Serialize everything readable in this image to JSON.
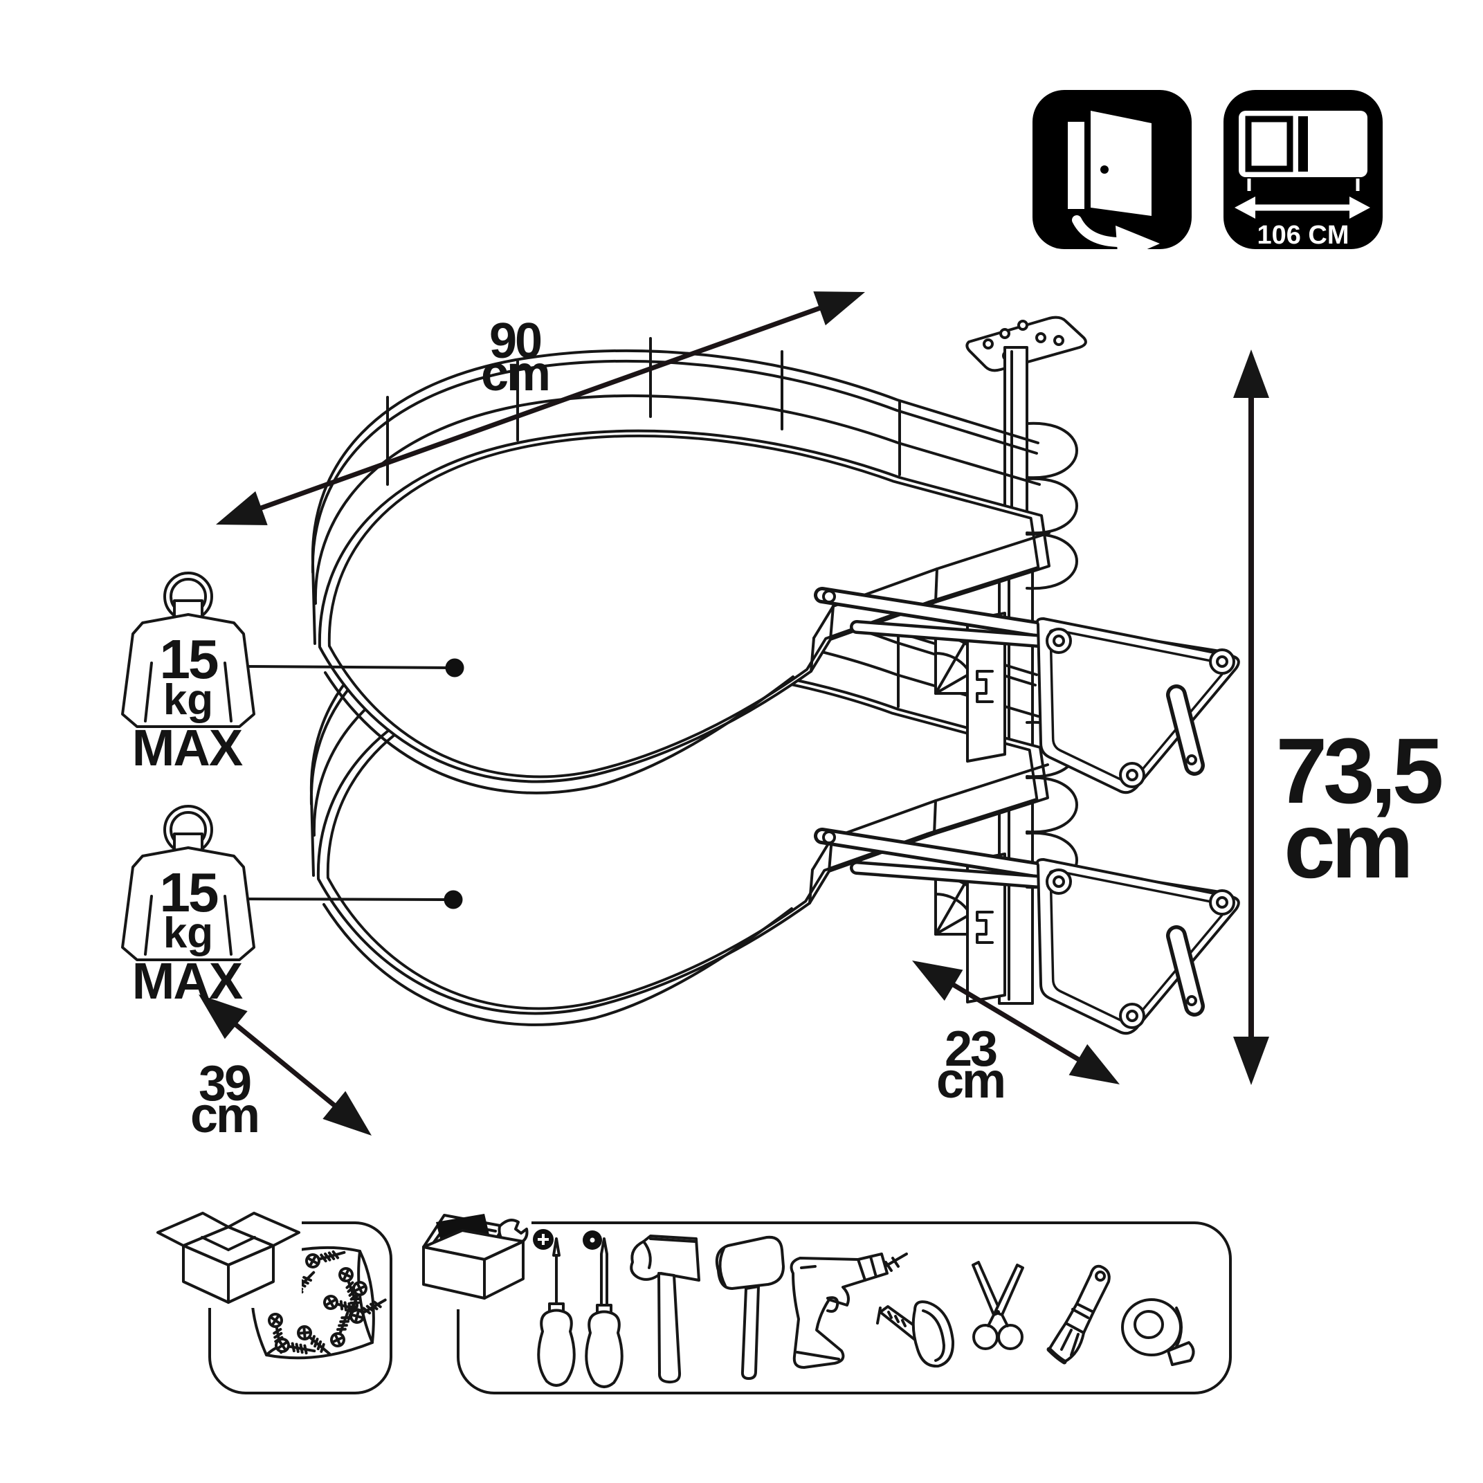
{
  "page": {
    "background": "#ffffff",
    "line_color": "#161616"
  },
  "badges": {
    "door": {
      "icon": "open-door-swing-icon"
    },
    "cabinet": {
      "icon": "cabinet-min-width-icon",
      "label": "106 CM"
    }
  },
  "dims": {
    "width": {
      "value": "90",
      "unit": "cm"
    },
    "depth": {
      "value": "39",
      "unit": "cm"
    },
    "arm": {
      "value": "23",
      "unit": "cm"
    },
    "height": {
      "value": "73,5",
      "unit": "cm"
    }
  },
  "load": [
    {
      "value": "15",
      "unit": "kg",
      "qualifier": "MAX"
    },
    {
      "value": "15",
      "unit": "kg",
      "qualifier": "MAX"
    }
  ],
  "package_panel": {
    "icons": [
      "open-box-icon",
      "screws-bag-icon"
    ]
  },
  "tools_panel": {
    "icons": [
      "toolbox-icon",
      "phillips-bit-symbol",
      "phillips-screwdriver-icon",
      "flat-bit-symbol",
      "flathead-screwdriver-icon",
      "claw-hammer-icon",
      "rubber-mallet-icon",
      "cordless-drill-icon",
      "tape-measure-icon",
      "scissors-icon",
      "paint-brush-icon",
      "adhesive-tape-icon"
    ]
  }
}
